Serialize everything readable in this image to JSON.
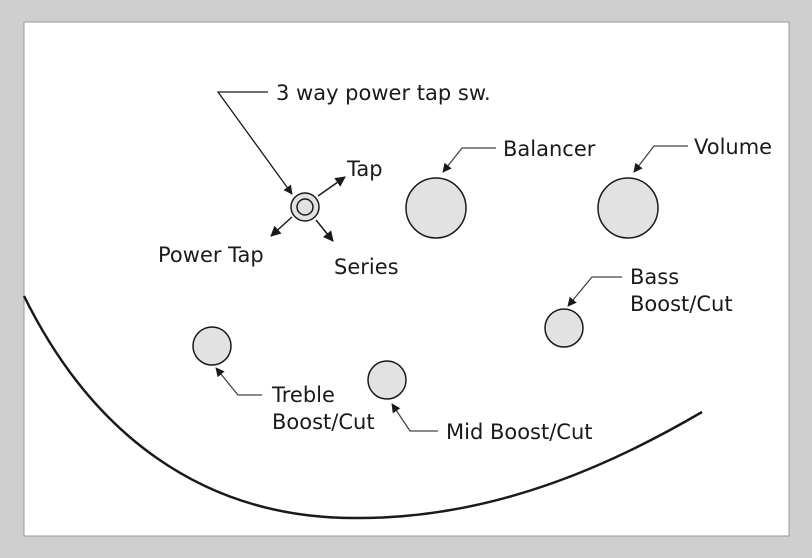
{
  "labels": {
    "switch_name": "3 way power tap sw.",
    "tap": "Tap",
    "power_tap": "Power Tap",
    "series": "Series",
    "balancer": "Balancer",
    "volume": "Volume",
    "bass_line1": "Bass",
    "bass_line2": "Boost/Cut",
    "treble_line1": "Treble",
    "treble_line2": "Boost/Cut",
    "mid": "Mid Boost/Cut"
  },
  "colors": {
    "background": "#cfcfcf",
    "panel": "#ffffff",
    "knob_fill": "#e2e2e2",
    "stroke": "#1a1a1a",
    "leader": "#444444"
  }
}
